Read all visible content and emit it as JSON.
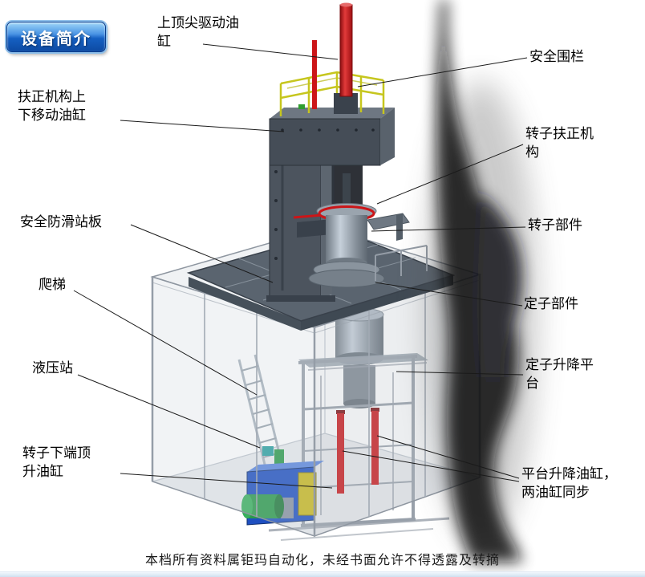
{
  "badge": {
    "label": "设备简介"
  },
  "callouts": [
    {
      "text": "上顶尖驱动油\n缸"
    },
    {
      "text": "安全围栏"
    },
    {
      "text": "扶正机构上\n下移动油缸"
    },
    {
      "text": "转子扶正机\n构"
    },
    {
      "text": "安全防滑站板"
    },
    {
      "text": "转子部件"
    },
    {
      "text": "爬梯"
    },
    {
      "text": "定子部件"
    },
    {
      "text": "液压站"
    },
    {
      "text": "定子升降平\n台"
    },
    {
      "text": "转子下端顶\n升油缸"
    },
    {
      "text": "平台升降油缸，\n两油缸同步"
    }
  ],
  "footer": {
    "text": "本档所有资料属钜玛自动化，未经书面允许不得透露及转摘"
  },
  "colors": {
    "cylinder_red": "#cc1518",
    "railing_yellow": "#c6c61e",
    "hydraulic_blue": "#1e4fc0",
    "motor_green": "#2a9a4a",
    "structure_grey": "#5a646f"
  }
}
